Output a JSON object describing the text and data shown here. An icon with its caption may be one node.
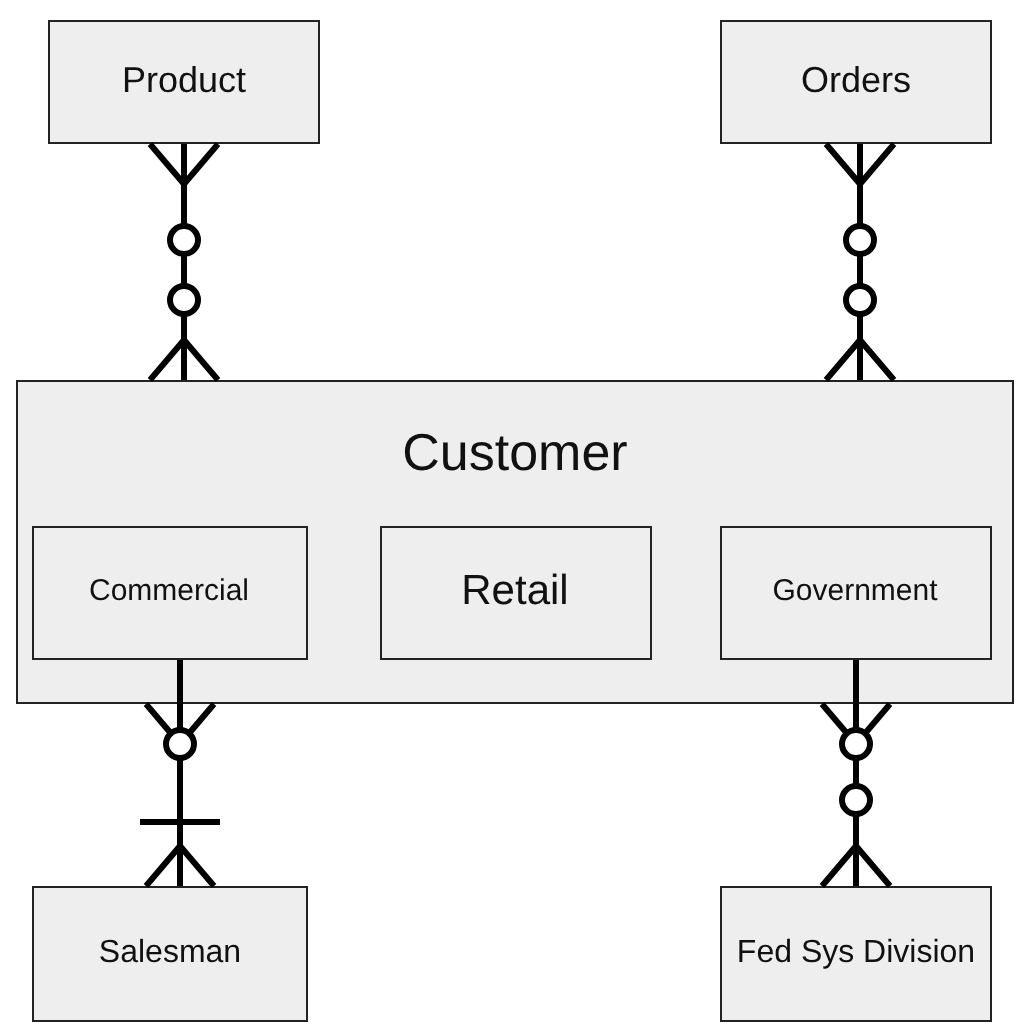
{
  "diagram": {
    "nodes": [
      {
        "text": [
          "Product"
        ]
      },
      {
        "text": [
          "Orders"
        ]
      },
      {
        "text": [
          "Customer"
        ]
      },
      {
        "text": [
          "Commercial"
        ],
        "in": 2
      },
      {
        "text": [
          "Retail"
        ],
        "in": 2
      },
      {
        "text": [
          "Government"
        ],
        "in": 2
      },
      {
        "text": [
          "Salesman"
        ]
      },
      {
        "text": [
          "Fed Sys Division"
        ]
      }
    ],
    "edges": [
      {
        "from": 0,
        "to": 2,
        "arrow": "other"
      },
      {
        "from": 1,
        "to": 2,
        "arrow": "other"
      },
      {
        "from": 3,
        "to": 6,
        "arrow": "other"
      },
      {
        "from": 5,
        "to": 7,
        "arrow": "other"
      }
    ]
  }
}
